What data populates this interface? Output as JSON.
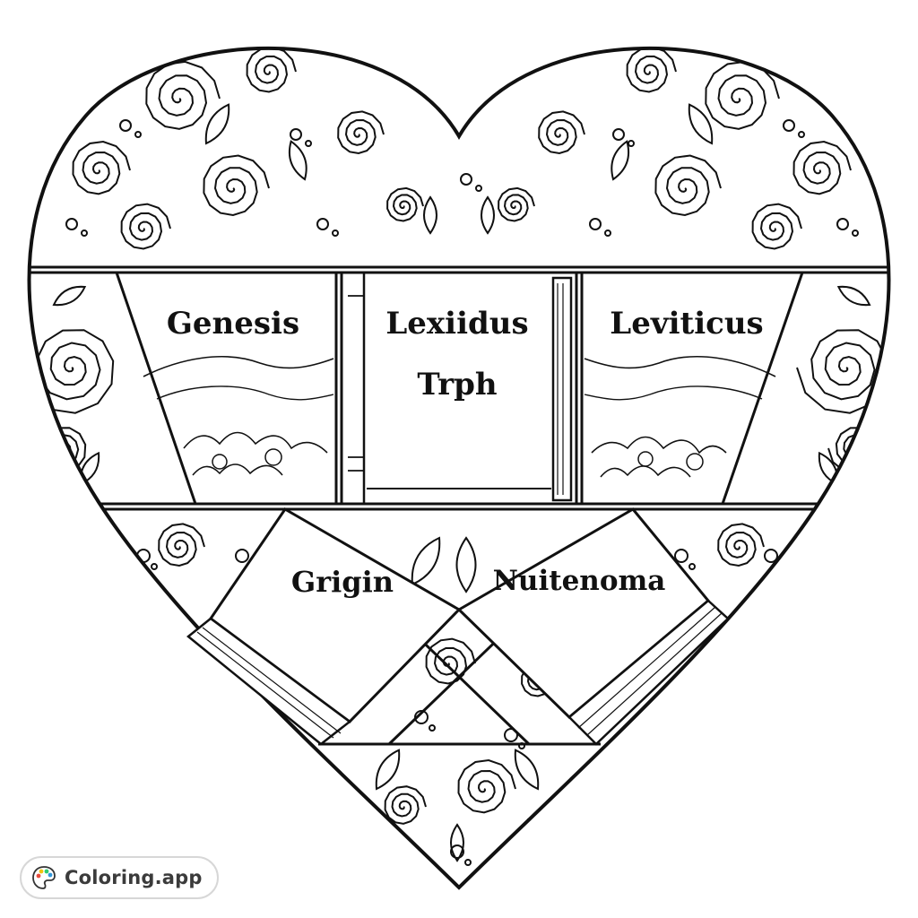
{
  "books": {
    "top_left": "Genesis",
    "top_center_line1": "Lexiidus",
    "top_center_line2": "Trph",
    "top_right": "Leviticus",
    "bottom_left": "Grigin",
    "bottom_right": "Nuitenoma"
  },
  "watermark": {
    "label": "Coloring.app",
    "logo_icon": "palette-icon"
  },
  "colors": {
    "ink": "#111111",
    "paper": "#ffffff",
    "badge_border": "#d7d7d7",
    "palette_dots": [
      "#e84c3d",
      "#f1c40f",
      "#2ecc71",
      "#3498db"
    ]
  }
}
